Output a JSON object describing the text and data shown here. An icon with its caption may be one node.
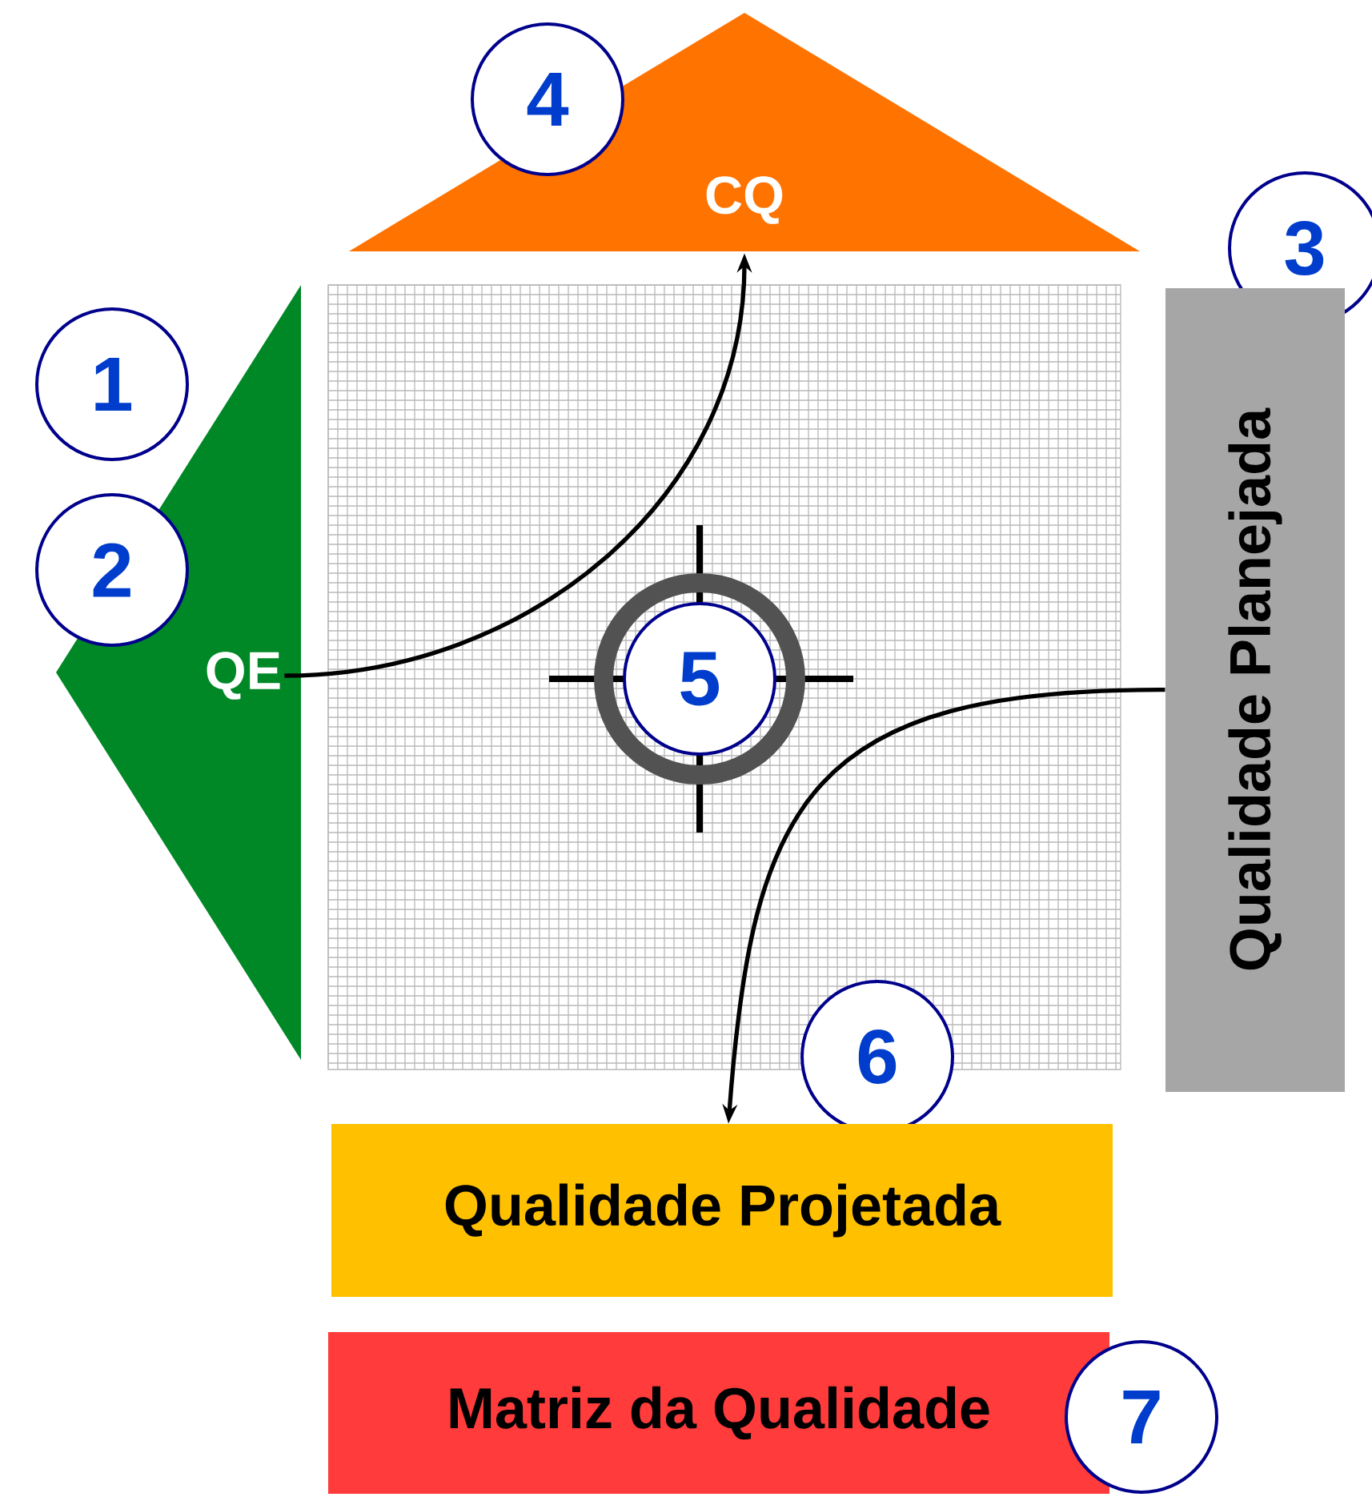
{
  "diagram": {
    "nodes": [
      {
        "text": [
          "CQ"
        ]
      },
      {
        "text": [
          "4"
        ]
      },
      {
        "text": [
          "3"
        ]
      },
      {
        "text": [
          "Qualidade Planejada"
        ]
      },
      {
        "text": [
          "1"
        ]
      },
      {
        "text": [
          "QE"
        ]
      },
      {
        "text": [
          "2"
        ]
      },
      {
        "text": [],
        "shape": "box"
      },
      {
        "text": [
          "5"
        ],
        "in": 7
      },
      {
        "text": [
          "6"
        ]
      },
      {
        "text": [
          "Qualidade Projetada"
        ]
      },
      {
        "text": [
          "Matriz da Qualidade"
        ]
      },
      {
        "text": [
          "7"
        ]
      }
    ],
    "edges": [
      {
        "from": 5,
        "to": 0,
        "arrow": "to"
      },
      {
        "from": 3,
        "to": 10,
        "arrow": "to"
      }
    ]
  }
}
